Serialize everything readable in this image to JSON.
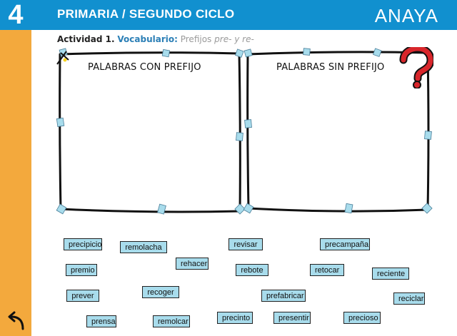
{
  "header": {
    "grade": "4",
    "level": "PRIMARIA / SEGUNDO CICLO",
    "brand": "ANAYA"
  },
  "activity": {
    "label": "Actividad 1.",
    "section": "Vocabulario:",
    "topic": "Prefijos",
    "prefixes": "pre- y re-"
  },
  "boards": {
    "with_prefix": "PALABRAS CON PREFIJO",
    "without_prefix": "PALABRAS SIN PREFIJO"
  },
  "words": [
    "precipicio",
    "remolacha",
    "revisar",
    "precampaña",
    "rehacer",
    "premio",
    "rebote",
    "retocar",
    "reciente",
    "recoger",
    "prever",
    "prefabricar",
    "reciclar",
    "prensa",
    "remolcar",
    "precinto",
    "presentir",
    "precioso"
  ],
  "icons": {
    "back": "back-arrow-icon",
    "help": "question-mark-icon",
    "pin": "pushpin-icon"
  },
  "colors": {
    "header": "#1190cf",
    "sidebar": "#f3a93d",
    "chip": "#a8dcec",
    "question_mark": "#d8262b"
  }
}
